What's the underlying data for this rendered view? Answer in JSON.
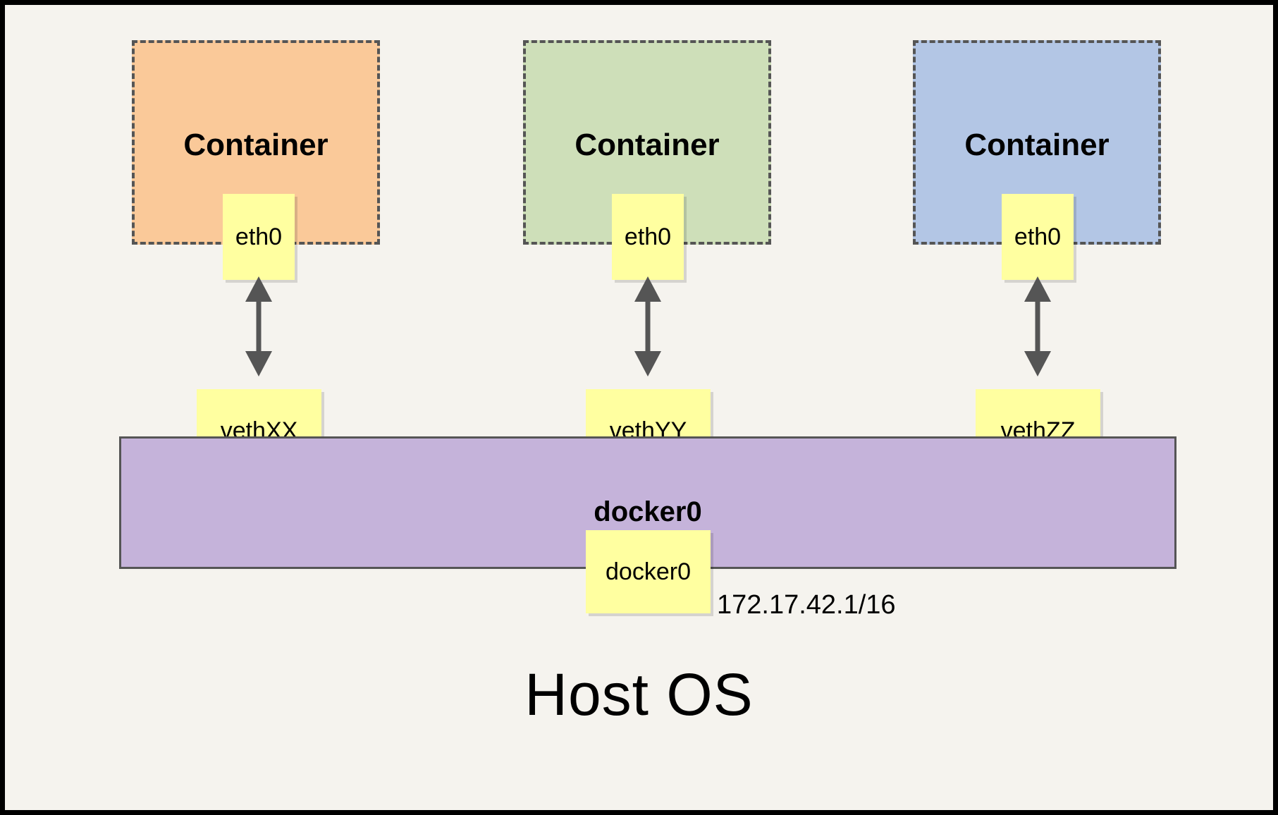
{
  "diagram": {
    "title_bottom": "Host OS",
    "bridge": {
      "name_label": "docker0",
      "interface_box_label": "docker0",
      "ip_label": "172.17.42.1/16",
      "color": "#c5b3da",
      "border_color": "#555555"
    },
    "containers": [
      {
        "title": "Container",
        "iface_label": "eth0",
        "color": "#fac999",
        "veth_label": "vethXX",
        "link_icon": "double-arrow-vertical-icon"
      },
      {
        "title": "Container",
        "iface_label": "eth0",
        "color": "#cedfb9",
        "veth_label": "vethYY",
        "link_icon": "double-arrow-vertical-icon"
      },
      {
        "title": "Container",
        "iface_label": "eth0",
        "color": "#b3c6e5",
        "veth_label": "vethZZ",
        "link_icon": "double-arrow-vertical-icon"
      }
    ],
    "palette": {
      "background": "#f5f3ee",
      "frame": "#000000",
      "note_yellow": "#ffffa0",
      "arrow_gray": "#555555",
      "dashed_border": "#555555"
    }
  }
}
